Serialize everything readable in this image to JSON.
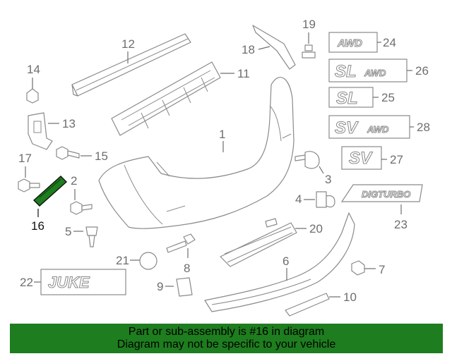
{
  "callouts": {
    "n1": "1",
    "n2": "2",
    "n3": "3",
    "n4": "4",
    "n5": "5",
    "n6": "6",
    "n7": "7",
    "n8": "8",
    "n9": "9",
    "n10": "10",
    "n11": "11",
    "n12": "12",
    "n13": "13",
    "n14": "14",
    "n15": "15",
    "n16": "16",
    "n17": "17",
    "n18": "18",
    "n19": "19",
    "n20": "20",
    "n21": "21",
    "n22": "22",
    "n23": "23",
    "n24": "24",
    "n25": "25",
    "n26": "26",
    "n27": "27",
    "n28": "28"
  },
  "badges": {
    "awd": "AWD",
    "sl_awd_main": "SL",
    "sl_awd_sub": "AWD",
    "sl": "SL",
    "sv_awd_main": "SV",
    "sv_awd_sub": "AWD",
    "sv": "SV",
    "digturbo": "DIGTURBO",
    "juke": "JUKE"
  },
  "highlight": {
    "part": "16",
    "color": "#1e7d1e"
  },
  "banner": {
    "line1": "Part or sub-assembly is #16 in diagram",
    "line2": "Diagram may not be specific to your vehicle",
    "background": "#1e7d1e"
  }
}
